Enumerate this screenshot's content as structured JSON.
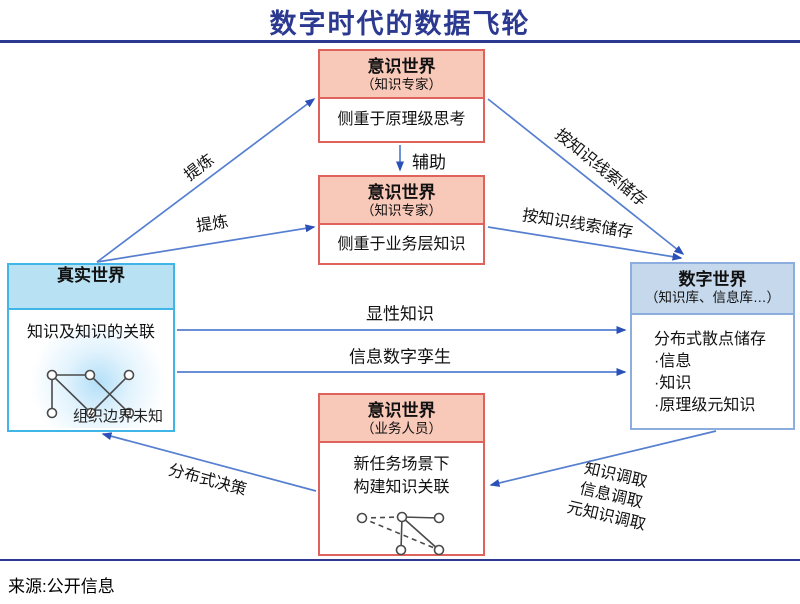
{
  "title": "数字时代的数据飞轮",
  "source": "来源:公开信息",
  "colors": {
    "navy": "#2b3990",
    "arrow_line": "#567fd0",
    "arrow_head": "#2b50b8",
    "pink_border": "#e0625c",
    "pink_fill": "#f8c8b8",
    "cyan_border": "#3fb5e8",
    "cyan_fill": "#b8e1f3",
    "periwinkle_border": "#8caede",
    "periwinkle_fill": "#c6d8ec"
  },
  "boxes": {
    "mind_top": {
      "title": "意识世界",
      "subtitle": "（知识专家）",
      "body": "侧重于原理级思考"
    },
    "mind_mid": {
      "title": "意识世界",
      "subtitle": "（知识专家）",
      "body": "侧重于业务层知识"
    },
    "mind_bottom": {
      "title": "意识世界",
      "subtitle": "（业务人员）",
      "body_line1": "新任务场景下",
      "body_line2": "构建知识关联"
    },
    "real_world": {
      "title": "真实世界",
      "caption": "知识及知识的关联",
      "note": "组织边界未知"
    },
    "digital_world": {
      "title": "数字世界",
      "subtitle": "（知识库、信息库…）",
      "body_title": "分布式散点储存",
      "bullets": [
        "·信息",
        "·知识",
        "·原理级元知识"
      ]
    }
  },
  "arrows": {
    "refine_top": "提炼",
    "refine_mid": "提炼",
    "store_top": "按知识线索储存",
    "store_mid": "按知识线索储存",
    "assist": "辅助",
    "explicit_knowledge": "显性知识",
    "digital_twin": "信息数字孪生",
    "distributed_decision": "分布式决策",
    "retrieval_line1": "知识调取",
    "retrieval_line2": "信息调取",
    "retrieval_line3": "元知识调取"
  }
}
